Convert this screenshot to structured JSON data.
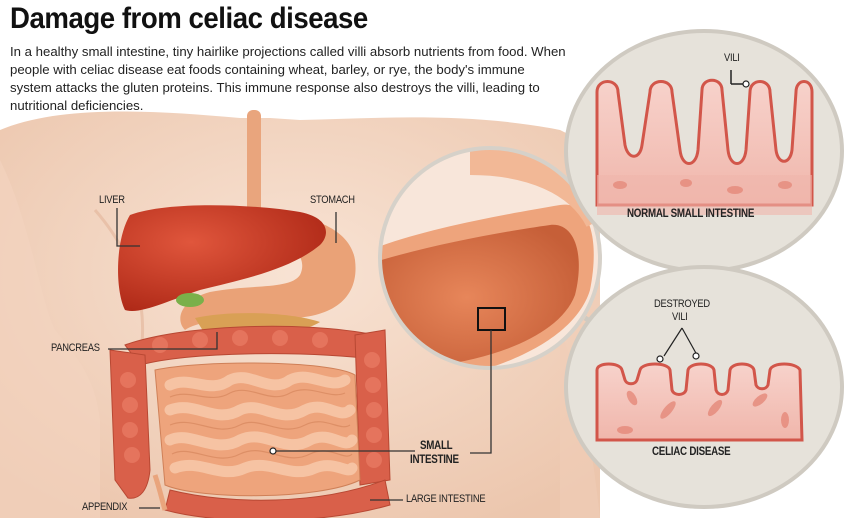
{
  "title": "Damage from celiac disease",
  "intro": "In a healthy small intestine, tiny hairlike projections called villi absorb nutrients from food. When people with celiac disease eat foods containing wheat, barley, or rye, the body's immune system attacks the gluten proteins. This immune response also destroys the villi, leading to nutritional deficiencies.",
  "anatomy_labels": {
    "liver": "LIVER",
    "stomach": "STOMACH",
    "pancreas": "PANCREAS",
    "small_intestine_line1": "SMALL",
    "small_intestine_line2": "INTESTINE",
    "appendix": "APPENDIX",
    "large_intestine": "LARGE INTESTINE"
  },
  "insets": {
    "normal": {
      "callout": "VILI",
      "caption": "NORMAL SMALL INTESTINE"
    },
    "celiac": {
      "callout_line1": "DESTROYED",
      "callout_line2": "VILI",
      "caption": "CELIAC DISEASE"
    }
  },
  "colors": {
    "skin": "#f6dccb",
    "skin_shadow": "#e9bfa6",
    "liver": "#c8321f",
    "stomach": "#eaa277",
    "large_intestine": "#d9604a",
    "small_intestine": "#eea47c",
    "inset_bg": "#e6e2da",
    "inset_border": "#cfcac1",
    "villi_fill": "#f4c3bb",
    "villi_border": "#d2564a"
  }
}
